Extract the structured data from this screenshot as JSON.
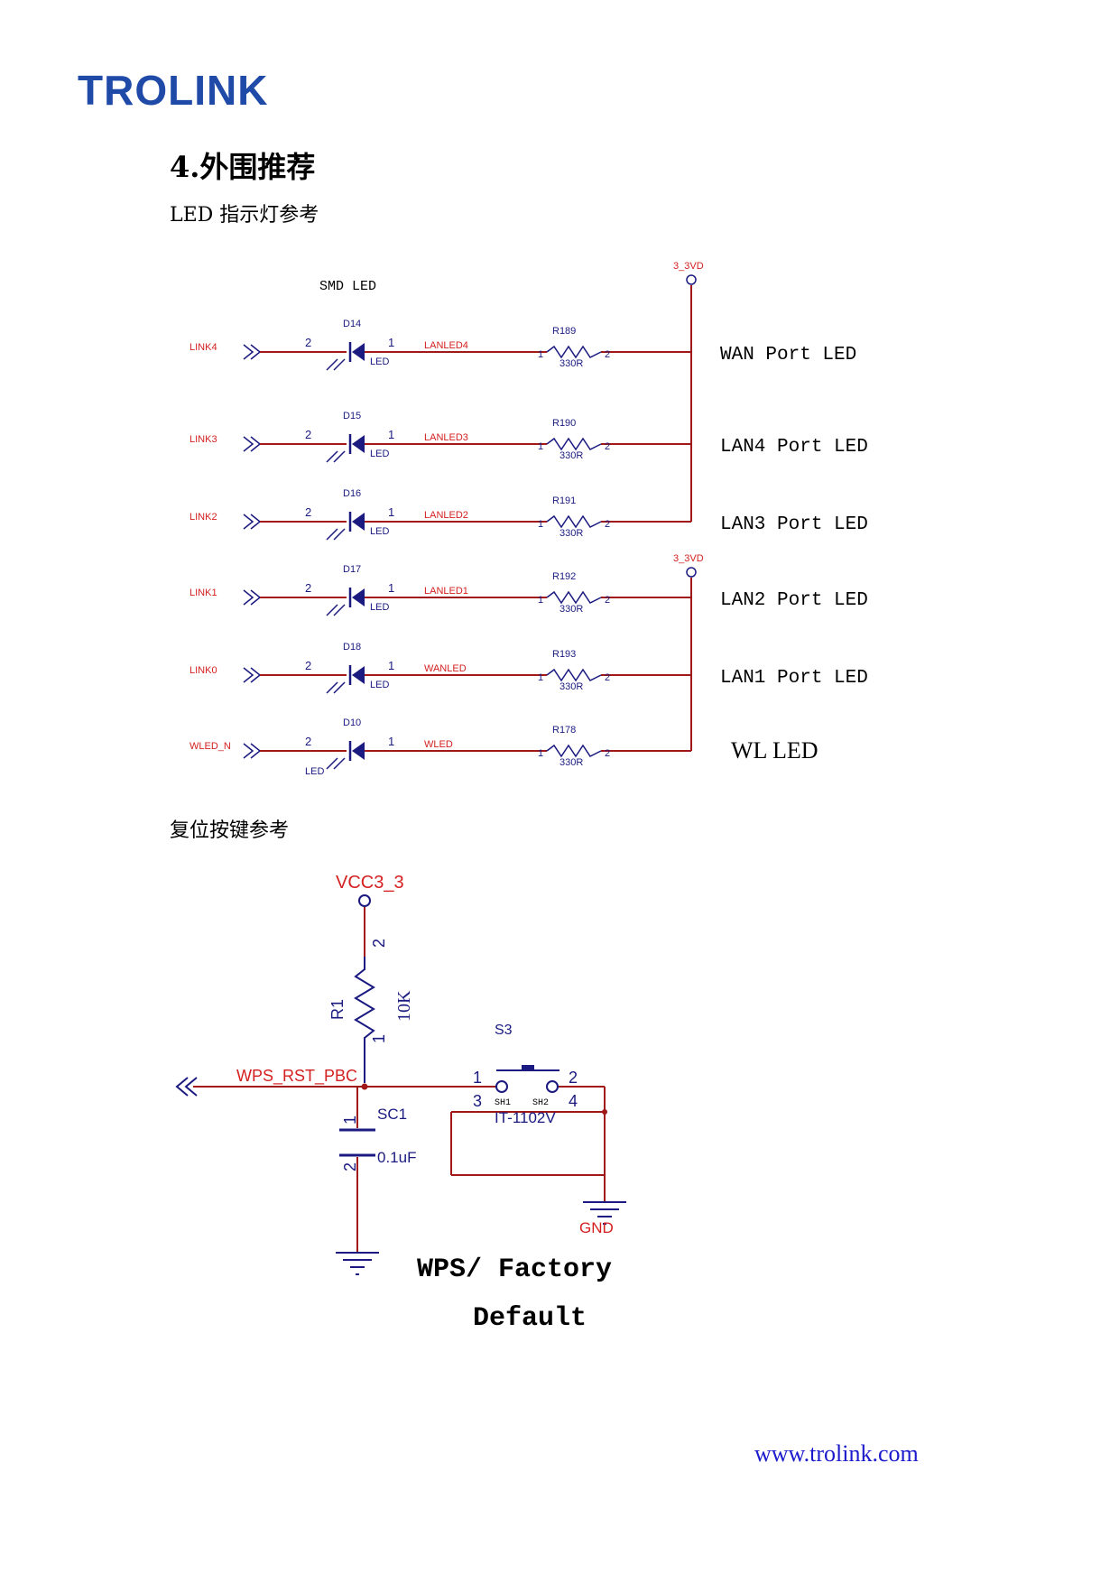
{
  "brand": {
    "name": "TROLINK"
  },
  "section_title": "4.外围推荐",
  "led_section": {
    "subtitle": "LED 指示灯参考"
  },
  "led_schematic": {
    "header": "SMD LED",
    "supply_label": "3_3VD",
    "rows": [
      {
        "link": "LINK4",
        "diode": "D14",
        "diode_type": "LED",
        "net": "LANLED4",
        "resistor": "R189",
        "value": "330R",
        "port": "WAN Port LED"
      },
      {
        "link": "LINK3",
        "diode": "D15",
        "diode_type": "LED",
        "net": "LANLED3",
        "resistor": "R190",
        "value": "330R",
        "port": "LAN4 Port LED"
      },
      {
        "link": "LINK2",
        "diode": "D16",
        "diode_type": "LED",
        "net": "LANLED2",
        "resistor": "R191",
        "value": "330R",
        "port": "LAN3 Port LED"
      },
      {
        "link": "LINK1",
        "diode": "D17",
        "diode_type": "LED",
        "net": "LANLED1",
        "resistor": "R192",
        "value": "330R",
        "port": "LAN2 Port LED"
      },
      {
        "link": "LINK0",
        "diode": "D18",
        "diode_type": "LED",
        "net": "WANLED",
        "resistor": "R193",
        "value": "330R",
        "port": "LAN1 Port LED"
      },
      {
        "link": "WLED_N",
        "diode": "D10",
        "diode_type": "LED",
        "net": "WLED",
        "resistor": "R178",
        "value": "330R",
        "port": "WL LED"
      }
    ],
    "pin_2": "2",
    "pin_1": "1"
  },
  "button_section": {
    "subtitle": "复位按键参考"
  },
  "button_schematic": {
    "vcc": "VCC3_3",
    "resistor": "R1",
    "resistor_value": "10K",
    "pin_2": "2",
    "pin_1": "1",
    "net": "WPS_RST_PBC",
    "switch": "S3",
    "switch_part": "IT-1102V",
    "sw_pin1": "1",
    "sw_pin2": "2",
    "sw_pin3": "3",
    "sw_pin4": "4",
    "sh1": "SH1",
    "sh2": "SH2",
    "capacitor": "SC1",
    "capacitor_value": "0.1uF",
    "cap_pin1": "1",
    "cap_pin2": "2",
    "gnd": "GND",
    "caption_line1": "WPS/ Factory",
    "caption_line2": "Default"
  },
  "footer": {
    "url": "www.trolink.com"
  },
  "colors": {
    "logo_blue": "#1f4aa8",
    "wire_red": "#a01818",
    "net_red": "#d42020",
    "part_blue": "#1a1a80",
    "url_blue": "#1a1acc"
  }
}
